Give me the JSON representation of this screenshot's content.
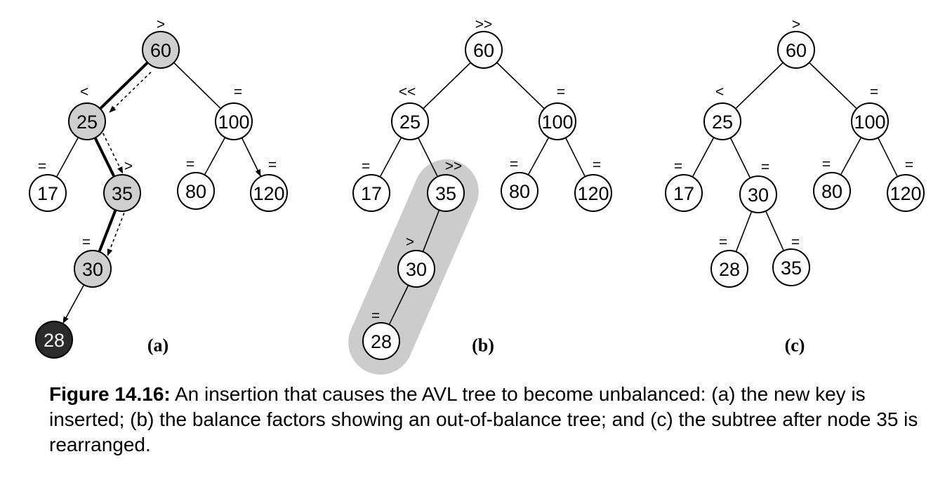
{
  "colors": {
    "stroke": "#000000",
    "node_fill": "#ffffff",
    "path_fill": "#cfcfcf",
    "new_node_fill": "#2b2b2b",
    "new_node_text": "#ffffff",
    "highlight_band": "#cccccc"
  },
  "panels": [
    {
      "label": "(a)",
      "nodes": [
        {
          "id": "a60",
          "key": "60",
          "bf": ">",
          "style": "path"
        },
        {
          "id": "a25",
          "key": "25",
          "bf": "<",
          "style": "path"
        },
        {
          "id": "a100",
          "key": "100",
          "bf": "=",
          "style": "normal"
        },
        {
          "id": "a17",
          "key": "17",
          "bf": "=",
          "style": "normal"
        },
        {
          "id": "a35",
          "key": "35",
          "bf": ">",
          "style": "path"
        },
        {
          "id": "a80",
          "key": "80",
          "bf": "=",
          "style": "normal"
        },
        {
          "id": "a120",
          "key": "120",
          "bf": "=",
          "style": "normal"
        },
        {
          "id": "a30",
          "key": "30",
          "bf": "=",
          "style": "path"
        },
        {
          "id": "a28",
          "key": "28",
          "bf": "",
          "style": "new"
        }
      ],
      "edges": [
        {
          "from": "a60",
          "to": "a25",
          "style": "bold"
        },
        {
          "from": "a60",
          "to": "a100",
          "style": "thin"
        },
        {
          "from": "a25",
          "to": "a17",
          "style": "thin"
        },
        {
          "from": "a25",
          "to": "a35",
          "style": "bold"
        },
        {
          "from": "a100",
          "to": "a80",
          "style": "thin"
        },
        {
          "from": "a100",
          "to": "a120",
          "style": "arrow"
        },
        {
          "from": "a35",
          "to": "a30",
          "style": "bold"
        },
        {
          "from": "a30",
          "to": "a28",
          "style": "arrow"
        }
      ]
    },
    {
      "label": "(b)",
      "nodes": [
        {
          "id": "b60",
          "key": "60",
          "bf": ">>",
          "style": "normal"
        },
        {
          "id": "b25",
          "key": "25",
          "bf": "<<",
          "style": "normal"
        },
        {
          "id": "b100",
          "key": "100",
          "bf": "=",
          "style": "normal"
        },
        {
          "id": "b17",
          "key": "17",
          "bf": "=",
          "style": "normal"
        },
        {
          "id": "b35",
          "key": "35",
          "bf": ">>",
          "style": "normal"
        },
        {
          "id": "b80",
          "key": "80",
          "bf": "=",
          "style": "normal"
        },
        {
          "id": "b120",
          "key": "120",
          "bf": "=",
          "style": "normal"
        },
        {
          "id": "b30",
          "key": "30",
          "bf": ">",
          "style": "normal"
        },
        {
          "id": "b28",
          "key": "28",
          "bf": "=",
          "style": "normal"
        }
      ],
      "edges": [
        {
          "from": "b60",
          "to": "b25",
          "style": "thin"
        },
        {
          "from": "b60",
          "to": "b100",
          "style": "thin"
        },
        {
          "from": "b25",
          "to": "b17",
          "style": "thin"
        },
        {
          "from": "b25",
          "to": "b35",
          "style": "thin"
        },
        {
          "from": "b100",
          "to": "b80",
          "style": "thin"
        },
        {
          "from": "b100",
          "to": "b120",
          "style": "thin"
        },
        {
          "from": "b35",
          "to": "b30",
          "style": "thin"
        },
        {
          "from": "b30",
          "to": "b28",
          "style": "thin"
        }
      ]
    },
    {
      "label": "(c)",
      "nodes": [
        {
          "id": "c60",
          "key": "60",
          "bf": ">",
          "style": "normal"
        },
        {
          "id": "c25",
          "key": "25",
          "bf": "<",
          "style": "normal"
        },
        {
          "id": "c100",
          "key": "100",
          "bf": "=",
          "style": "normal"
        },
        {
          "id": "c17",
          "key": "17",
          "bf": "=",
          "style": "normal"
        },
        {
          "id": "c30",
          "key": "30",
          "bf": "=",
          "style": "normal"
        },
        {
          "id": "c80",
          "key": "80",
          "bf": "=",
          "style": "normal"
        },
        {
          "id": "c120",
          "key": "120",
          "bf": "=",
          "style": "normal"
        },
        {
          "id": "c28",
          "key": "28",
          "bf": "=",
          "style": "normal"
        },
        {
          "id": "c35",
          "key": "35",
          "bf": "=",
          "style": "normal"
        }
      ],
      "edges": [
        {
          "from": "c60",
          "to": "c25",
          "style": "thin"
        },
        {
          "from": "c60",
          "to": "c100",
          "style": "thin"
        },
        {
          "from": "c25",
          "to": "c17",
          "style": "thin"
        },
        {
          "from": "c25",
          "to": "c30",
          "style": "thin"
        },
        {
          "from": "c100",
          "to": "c80",
          "style": "thin"
        },
        {
          "from": "c100",
          "to": "c120",
          "style": "thin"
        },
        {
          "from": "c30",
          "to": "c28",
          "style": "thin"
        },
        {
          "from": "c30",
          "to": "c35",
          "style": "thin"
        }
      ]
    }
  ],
  "caption": {
    "label": "Figure 14.16:",
    "text": " An insertion that causes the AVL tree to become unbalanced: (a) the new key is inserted; (b) the balance factors showing an out-of-balance tree; and (c) the subtree after node 35 is rearranged."
  }
}
